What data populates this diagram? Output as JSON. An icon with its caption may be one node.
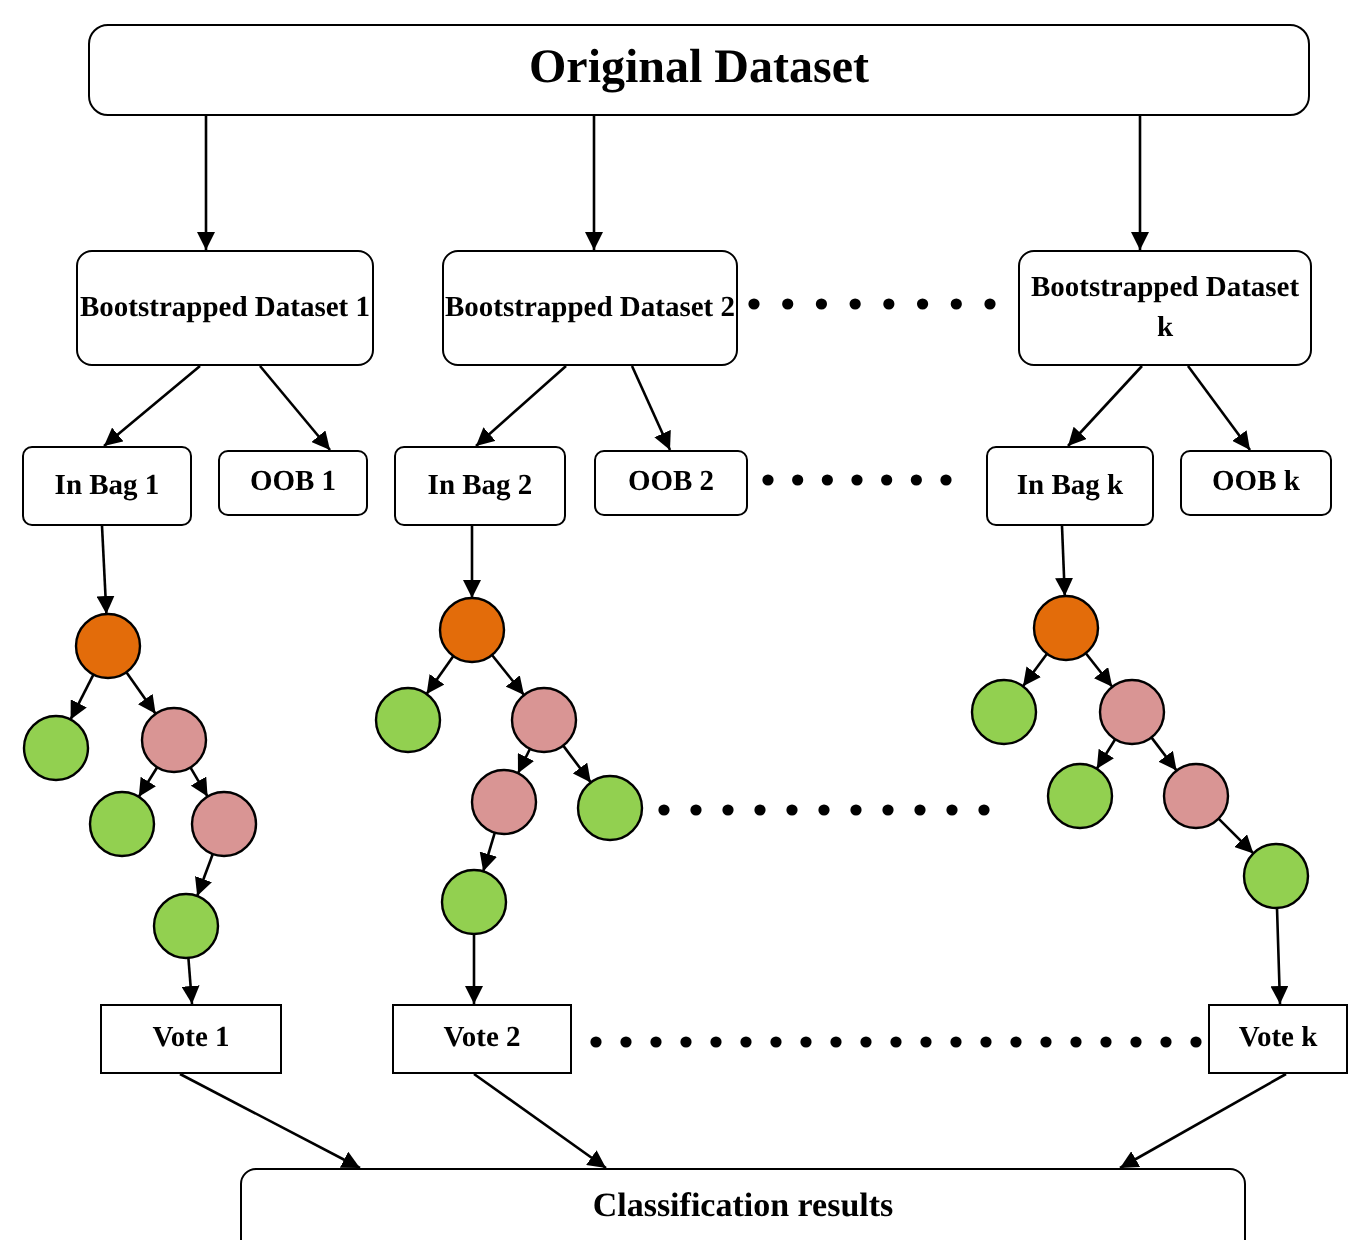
{
  "diagram": {
    "nodes": [
      {
        "text": [
          "Original Dataset"
        ]
      },
      {
        "text": [
          "Bootstrapped Dataset 1"
        ]
      },
      {
        "text": [
          "Bootstrapped Dataset 2"
        ]
      },
      {
        "text": [
          "Bootstrapped Dataset k"
        ]
      },
      {
        "text": [
          "In Bag 1"
        ]
      },
      {
        "text": [
          "OOB 1"
        ]
      },
      {
        "text": [
          "In Bag 2"
        ]
      },
      {
        "text": [
          "OOB 2"
        ]
      },
      {
        "text": [
          "In Bag k"
        ]
      },
      {
        "text": [
          "OOB k"
        ]
      },
      {
        "text": [],
        "shape": "circle"
      },
      {
        "text": [],
        "shape": "circle"
      },
      {
        "text": [],
        "shape": "circle"
      },
      {
        "text": [],
        "shape": "circle"
      },
      {
        "text": [],
        "shape": "circle"
      },
      {
        "text": [],
        "shape": "circle"
      },
      {
        "text": [],
        "shape": "circle"
      },
      {
        "text": [],
        "shape": "circle"
      },
      {
        "text": [],
        "shape": "circle"
      },
      {
        "text": [],
        "shape": "circle"
      },
      {
        "text": [],
        "shape": "circle"
      },
      {
        "text": [],
        "shape": "circle"
      },
      {
        "text": [],
        "shape": "circle"
      },
      {
        "text": [],
        "shape": "circle"
      },
      {
        "text": [],
        "shape": "circle"
      },
      {
        "text": [],
        "shape": "circle"
      },
      {
        "text": [],
        "shape": "circle"
      },
      {
        "text": [],
        "shape": "circle"
      },
      {
        "text": [
          "Vote 1"
        ]
      },
      {
        "text": [
          "Vote 2"
        ]
      },
      {
        "text": [
          "Vote k"
        ]
      },
      {
        "text": [
          "Classification results"
        ]
      }
    ],
    "edges": [
      {
        "from": 0,
        "to": 1,
        "arrow": "to"
      },
      {
        "from": 0,
        "to": 2,
        "arrow": "to"
      },
      {
        "from": 0,
        "to": 3,
        "arrow": "to"
      },
      {
        "from": 1,
        "to": 4,
        "arrow": "to"
      },
      {
        "from": 1,
        "to": 5,
        "arrow": "to"
      },
      {
        "from": 2,
        "to": 6,
        "arrow": "to"
      },
      {
        "from": 2,
        "to": 7,
        "arrow": "to"
      },
      {
        "from": 3,
        "to": 8,
        "arrow": "to"
      },
      {
        "from": 3,
        "to": 9,
        "arrow": "to"
      },
      {
        "from": 4,
        "to": 10,
        "arrow": "to"
      },
      {
        "from": 10,
        "to": 11,
        "arrow": "to"
      },
      {
        "from": 10,
        "to": 12,
        "arrow": "to"
      },
      {
        "from": 12,
        "to": 13,
        "arrow": "to"
      },
      {
        "from": 12,
        "to": 14,
        "arrow": "to"
      },
      {
        "from": 14,
        "to": 15,
        "arrow": "to"
      },
      {
        "from": 15,
        "to": 28,
        "arrow": "to"
      },
      {
        "from": 6,
        "to": 16,
        "arrow": "to"
      },
      {
        "from": 16,
        "to": 17,
        "arrow": "to"
      },
      {
        "from": 16,
        "to": 18,
        "arrow": "to"
      },
      {
        "from": 18,
        "to": 19,
        "arrow": "to"
      },
      {
        "from": 18,
        "to": 20,
        "arrow": "to"
      },
      {
        "from": 19,
        "to": 21,
        "arrow": "to"
      },
      {
        "from": 21,
        "to": 29,
        "arrow": "to"
      },
      {
        "from": 8,
        "to": 22,
        "arrow": "to"
      },
      {
        "from": 22,
        "to": 23,
        "arrow": "to"
      },
      {
        "from": 22,
        "to": 24,
        "arrow": "to"
      },
      {
        "from": 24,
        "to": 25,
        "arrow": "to"
      },
      {
        "from": 24,
        "to": 26,
        "arrow": "to"
      },
      {
        "from": 26,
        "to": 27,
        "arrow": "to"
      },
      {
        "from": 27,
        "to": 30,
        "arrow": "to"
      },
      {
        "from": 28,
        "to": 31,
        "arrow": "to"
      },
      {
        "from": 29,
        "to": 31,
        "arrow": "to"
      },
      {
        "from": 30,
        "to": 31,
        "arrow": "to"
      }
    ]
  }
}
